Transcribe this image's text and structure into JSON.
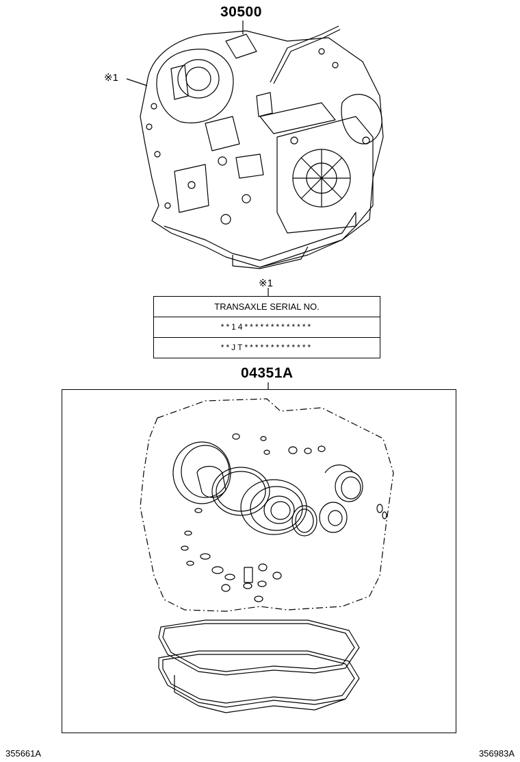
{
  "callouts": {
    "transaxle_part_no": "30500",
    "gasket_kit_part_no": "04351A",
    "note_ref_left": "※1",
    "note_ref_table": "※1"
  },
  "serial_table": {
    "header": "TRANSAXLE SERIAL NO.",
    "rows": [
      "**14*************",
      "**JT*************"
    ]
  },
  "footer": {
    "left_code": "355661A",
    "right_code": "356983A"
  }
}
